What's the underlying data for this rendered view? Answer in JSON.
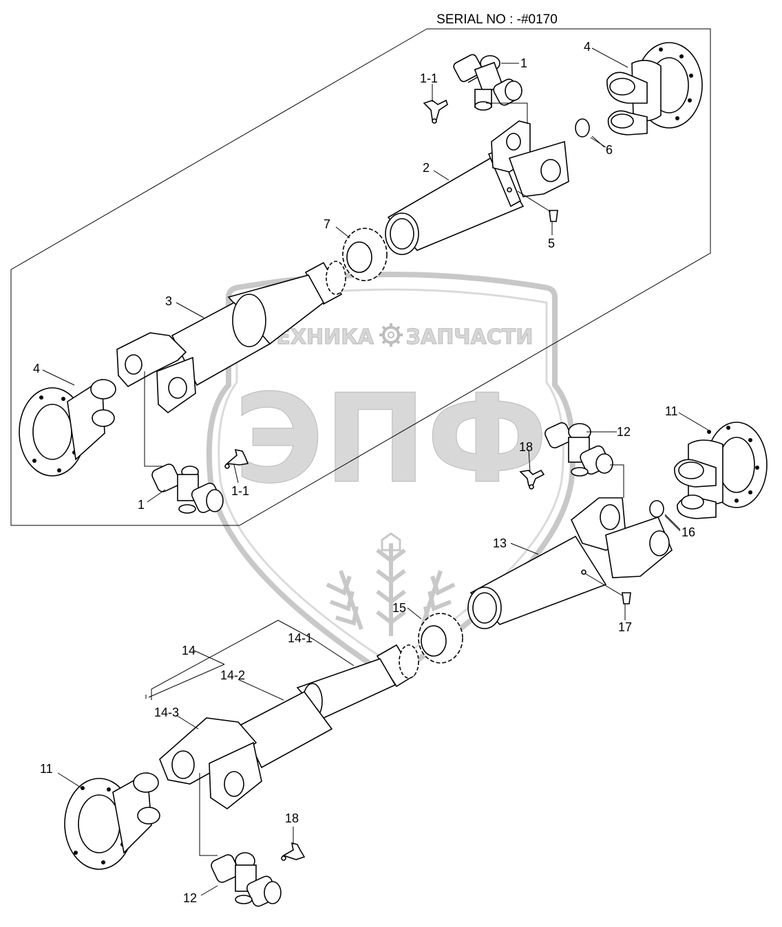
{
  "serial": "SERIAL NO : -#0170",
  "watermark": {
    "word_left": "ТЕХНИКА",
    "word_right": "ЗАПЧАСТИ",
    "logo": "ЭПФ",
    "gear_icon": "gear-icon",
    "color": "#d0d0d0"
  },
  "labels": {
    "l1_top": "1",
    "l1_1_top": "1-1",
    "l4_top": "4",
    "l6": "6",
    "l2": "2",
    "l7": "7",
    "l5": "5",
    "l3": "3",
    "l4_left": "4",
    "l1_1_bottom": "1-1",
    "l1_bottom": "1",
    "l11_right": "11",
    "l12_top": "12",
    "l18_top": "18",
    "l16": "16",
    "l13": "13",
    "l17": "17",
    "l15": "15",
    "l14_1": "14-1",
    "l14": "14",
    "l14_2": "14-2",
    "l14_3": "14-3",
    "l11_left": "11",
    "l18_bottom": "18",
    "l12_bottom": "12"
  }
}
